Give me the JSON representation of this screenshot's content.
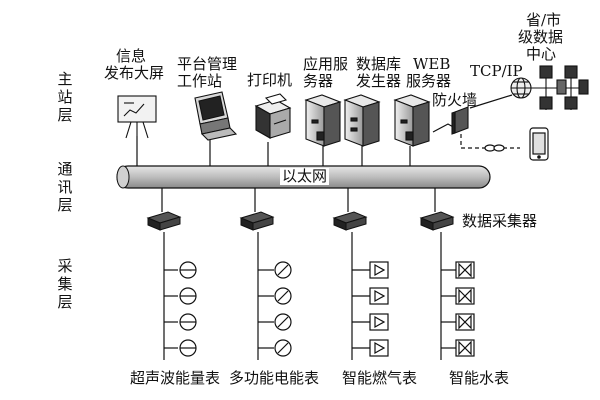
{
  "layers": {
    "main": "主站层",
    "comm": "通讯层",
    "collect": "采集层"
  },
  "devices": {
    "info_screen": [
      "信息",
      "发布大屏"
    ],
    "workstation": [
      "平台管理",
      "工作站"
    ],
    "printer": "打印机",
    "app_server": [
      "应用服",
      "务器"
    ],
    "db_server": [
      "数据库",
      "发生器"
    ],
    "web_server": [
      "WEB",
      "服务器"
    ],
    "firewall": "防火墙",
    "tcpip": "TCP/IP",
    "provincial_center": [
      "省/市",
      "级数据",
      "中心"
    ]
  },
  "bus": {
    "label": "以太网"
  },
  "collector_label": "数据采集器",
  "meters": {
    "ultrasonic": "超声波能量表",
    "multifunction": "多功能电能表",
    "gas": "智能燃气表",
    "water": "智能水表"
  },
  "colors": {
    "bus_fill": "#bfbfbf",
    "device_dark": "#3a3a3a",
    "device_light": "#d9d9d9",
    "line": "#111111"
  }
}
